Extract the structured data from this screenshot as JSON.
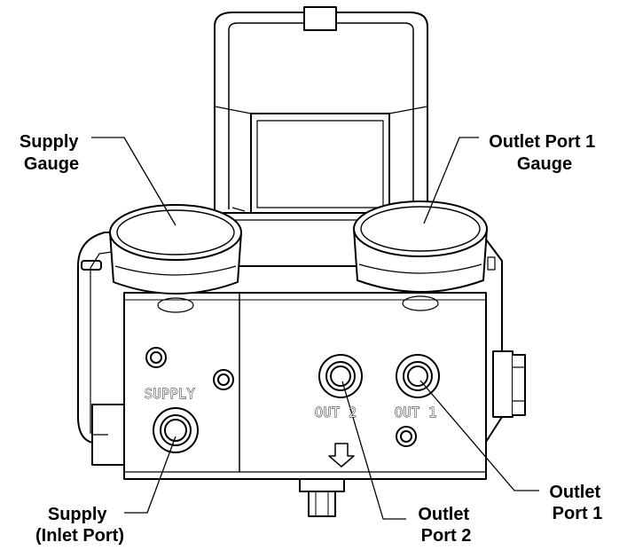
{
  "callouts": {
    "supply_gauge": [
      "Supply",
      "Gauge"
    ],
    "outlet_port1_gauge": [
      "Outlet Port 1",
      "Gauge"
    ],
    "supply_inlet": [
      "Supply",
      "(Inlet Port)"
    ],
    "outlet_port2": [
      "Outlet",
      "Port 2"
    ],
    "outlet_port1": [
      "Outlet",
      "Port 1"
    ]
  },
  "body_labels": {
    "supply": "SUPPLY",
    "out2": "OUT 2",
    "out1": "OUT 1"
  }
}
